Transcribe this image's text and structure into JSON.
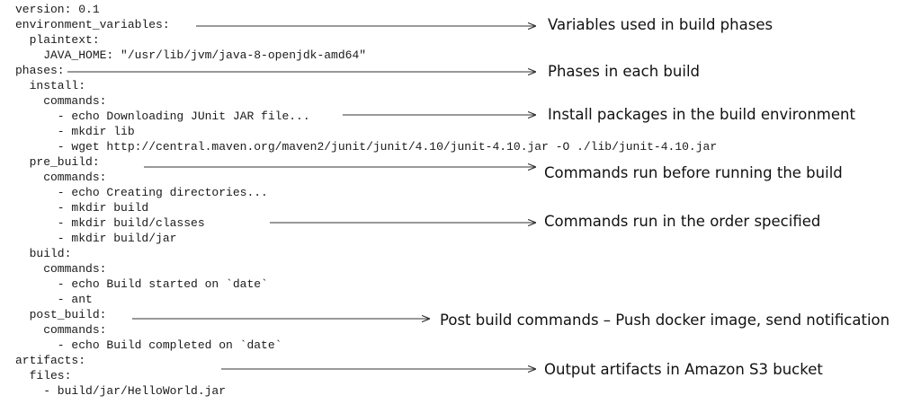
{
  "code_lines": [
    "version: 0.1",
    "environment_variables:",
    "  plaintext:",
    "    JAVA_HOME: \"/usr/lib/jvm/java-8-openjdk-amd64\"",
    "phases:",
    "  install:",
    "    commands:",
    "      - echo Downloading JUnit JAR file...",
    "      - mkdir lib",
    "      - wget http://central.maven.org/maven2/junit/junit/4.10/junit-4.10.jar -O ./lib/junit-4.10.jar",
    "  pre_build:",
    "    commands:",
    "      - echo Creating directories...",
    "      - mkdir build",
    "      - mkdir build/classes",
    "      - mkdir build/jar",
    "  build:",
    "    commands:",
    "      - echo Build started on `date`",
    "      - ant",
    "  post_build:",
    "    commands:",
    "      - echo Build completed on `date`",
    "artifacts:",
    "  files:",
    "    - build/jar/HelloWorld.jar"
  ],
  "annotations": [
    "Variables used in build phases",
    "Phases in each build",
    "Install packages in the build environment",
    "Commands run before running the build",
    "Commands run in the order specified",
    "Post build commands – Push docker image, send notification",
    "Output artifacts in Amazon S3 bucket"
  ],
  "colors": {
    "code_text": "#1a1a1a",
    "annotation_text": "#111111",
    "arrow": "#333333",
    "background": "#ffffff"
  }
}
